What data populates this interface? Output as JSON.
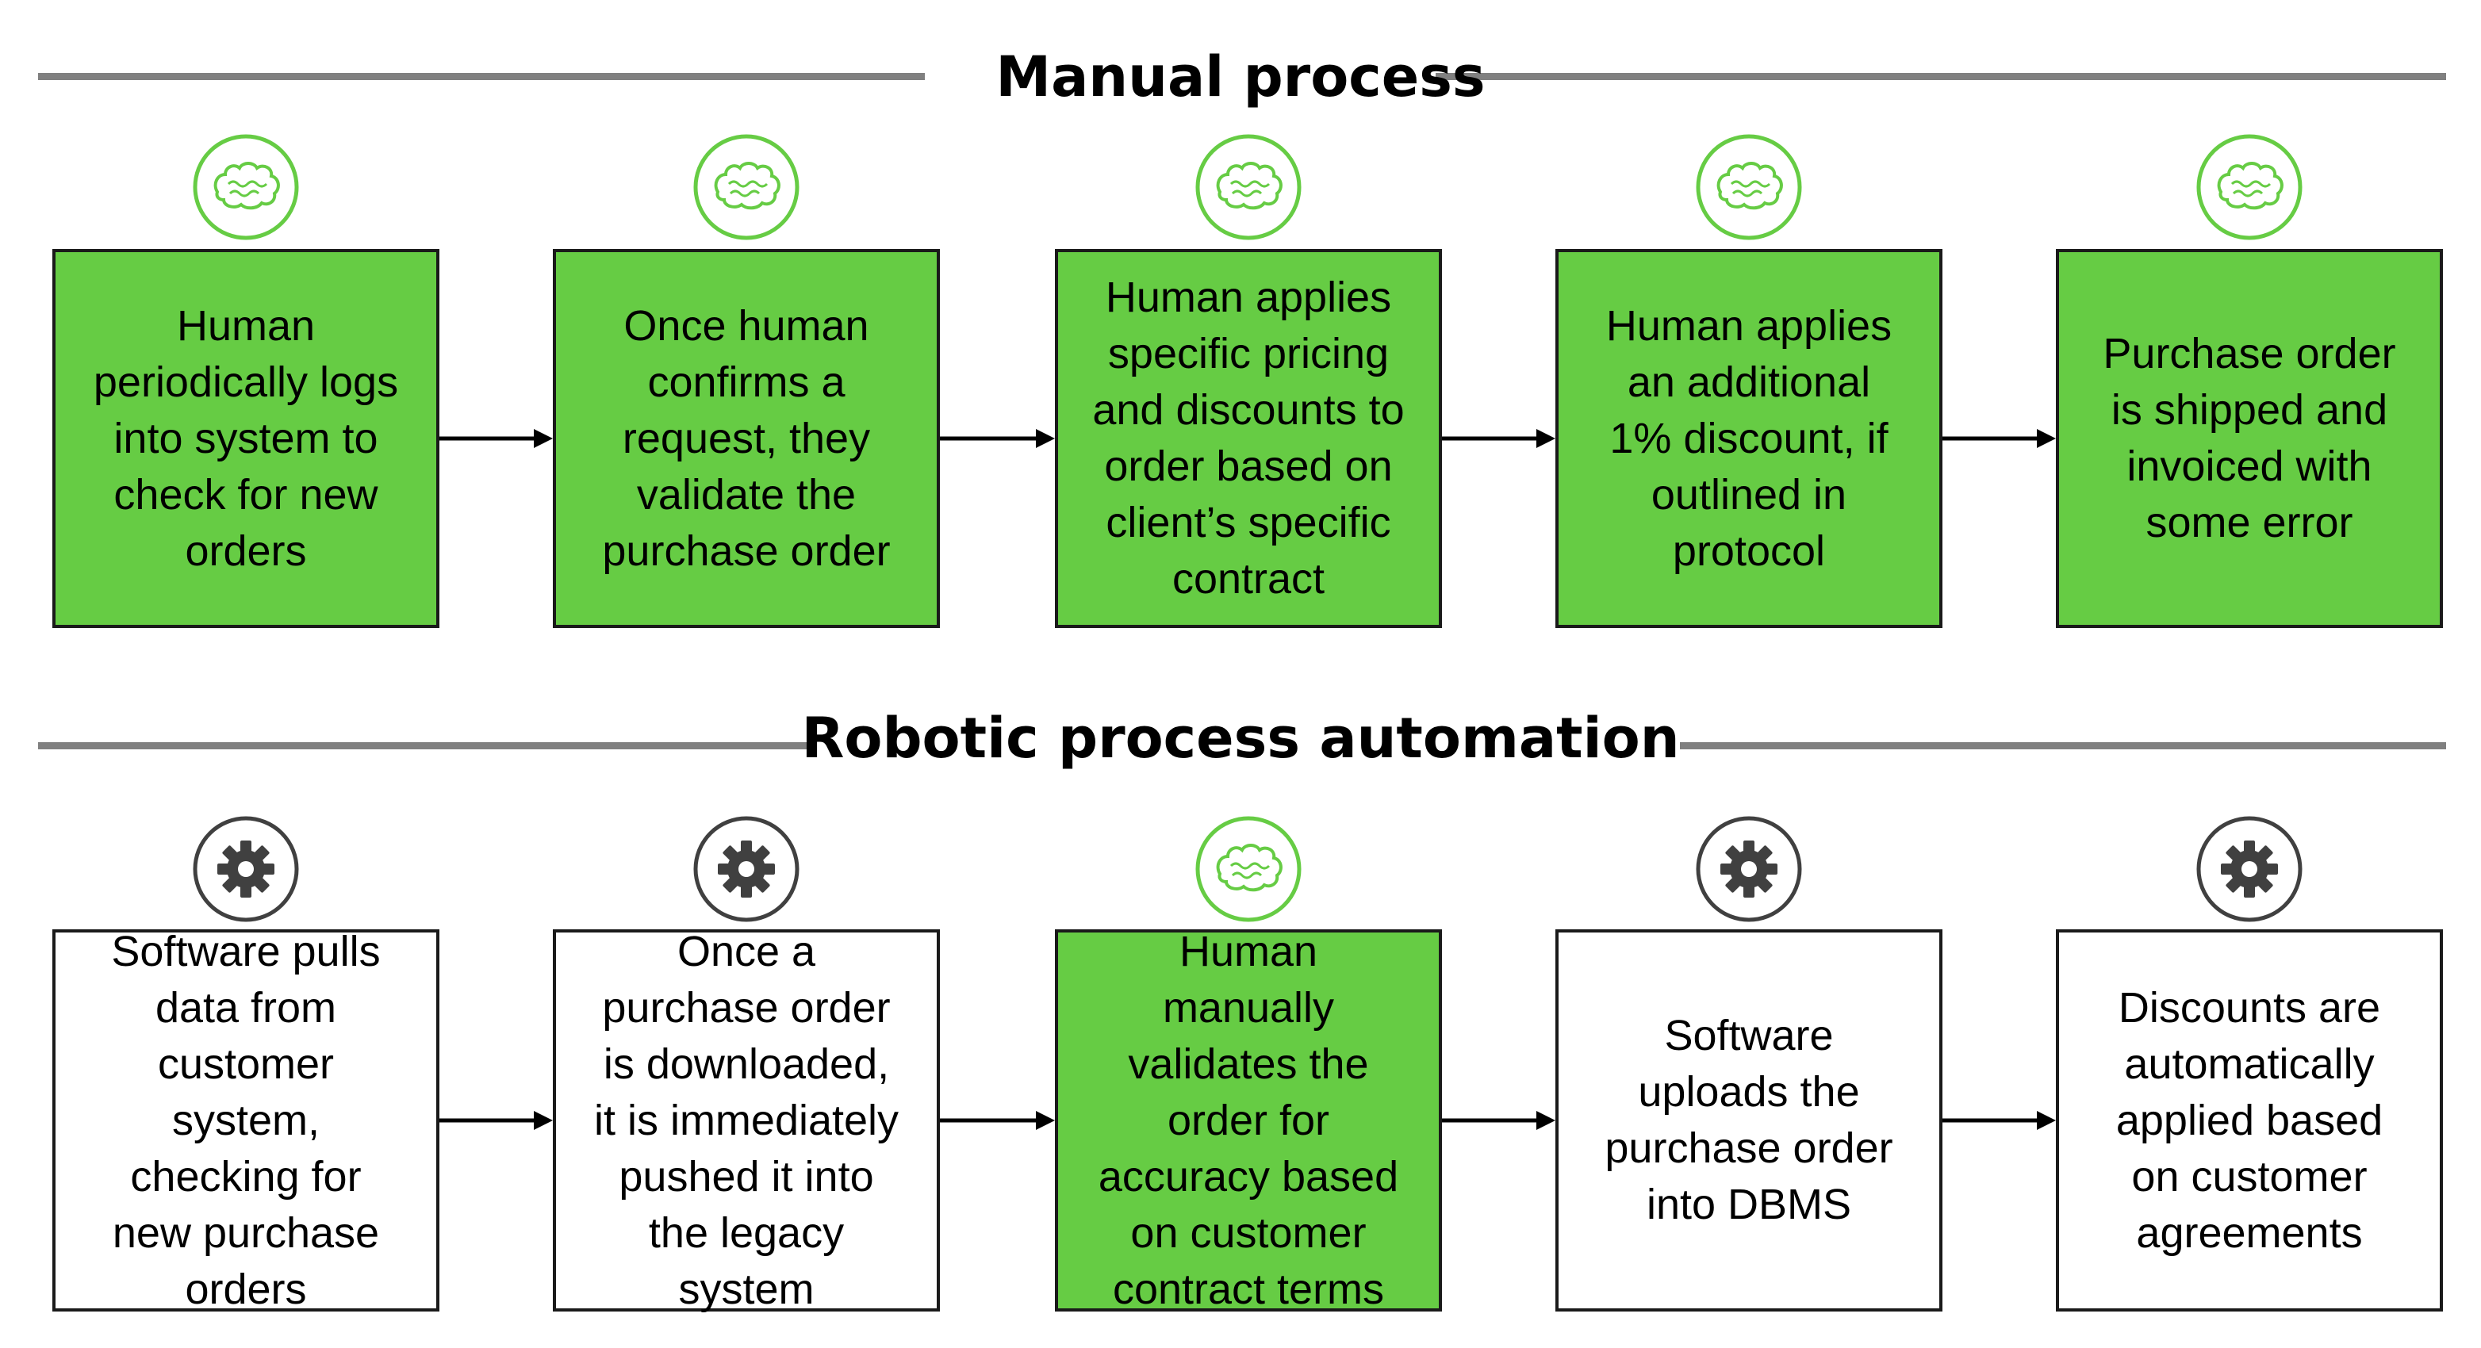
{
  "colors": {
    "manual_fill": "#66cc44",
    "auto_fill": "#ffffff",
    "brain_icon_stroke": "#66cc44",
    "gear_icon_fill": "#404040",
    "rule": "#808080"
  },
  "manual": {
    "title": "Manual process",
    "steps": [
      {
        "text": "Human\nperiodically logs\ninto system to\ncheck for new\norders",
        "icon": "brain-icon",
        "kind": "human"
      },
      {
        "text": "Once human\nconfirms a\nrequest, they\nvalidate the\npurchase order",
        "icon": "brain-icon",
        "kind": "human"
      },
      {
        "text": "Human applies\nspecific pricing\nand discounts to\norder based on\nclient’s specific\ncontract",
        "icon": "brain-icon",
        "kind": "human"
      },
      {
        "text": "Human applies\nan additional\n1% discount, if\noutlined in\nprotocol",
        "icon": "brain-icon",
        "kind": "human"
      },
      {
        "text": "Purchase order\nis shipped and\ninvoiced with\nsome error",
        "icon": "brain-icon",
        "kind": "human"
      }
    ]
  },
  "automation": {
    "title": "Robotic process automation",
    "steps": [
      {
        "text": "Software pulls\ndata from\ncustomer\nsystem,\nchecking for\nnew purchase\norders",
        "icon": "gear-icon",
        "kind": "software"
      },
      {
        "text": "Once a\npurchase order\nis downloaded,\nit is immediately\npushed it into\nthe legacy\nsystem",
        "icon": "gear-icon",
        "kind": "software"
      },
      {
        "text": "Human\nmanually\nvalidates the\norder for\naccuracy based\non customer\ncontract terms",
        "icon": "brain-icon",
        "kind": "human"
      },
      {
        "text": "Software\nuploads the\npurchase order\ninto DBMS",
        "icon": "gear-icon",
        "kind": "software"
      },
      {
        "text": "Discounts are\nautomatically\napplied based\non customer\nagreements",
        "icon": "gear-icon",
        "kind": "software"
      }
    ]
  }
}
